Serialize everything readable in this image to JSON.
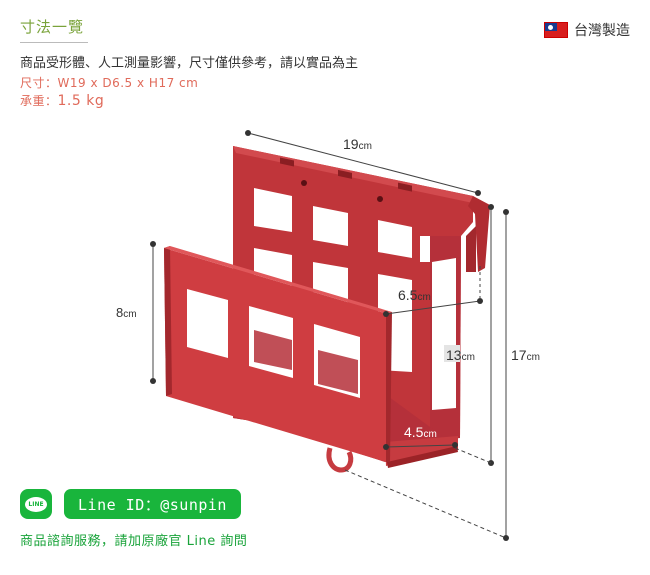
{
  "header": {
    "title": "寸法一覽",
    "origin_label": "台灣製造",
    "flag_icon": "taiwan-flag-icon"
  },
  "notice": "商品受形體、人工測量影響，尺寸僅供參考，請以實品為主",
  "specs": {
    "size_text": "尺寸：W19 x D6.5 x H17 cm",
    "weight_label": "承重：",
    "weight_value": "1.5 kg"
  },
  "dimensions": {
    "width_num": "19",
    "depth_num": "6.5",
    "height_num": "17",
    "front_height_num": "8",
    "back_height_num": "13",
    "front_depth_num": "4.5",
    "unit": "cm"
  },
  "contact": {
    "line_icon_text": "LINE",
    "line_id_text": "Line ID：@sunpin",
    "consult_text": "商品諮詢服務，請加原廠官 Line 詢問"
  },
  "colors": {
    "accent_green": "#19b53c",
    "title_green": "#7aa33a",
    "spec_red": "#e06a5a",
    "product_red": "#c8373c"
  }
}
